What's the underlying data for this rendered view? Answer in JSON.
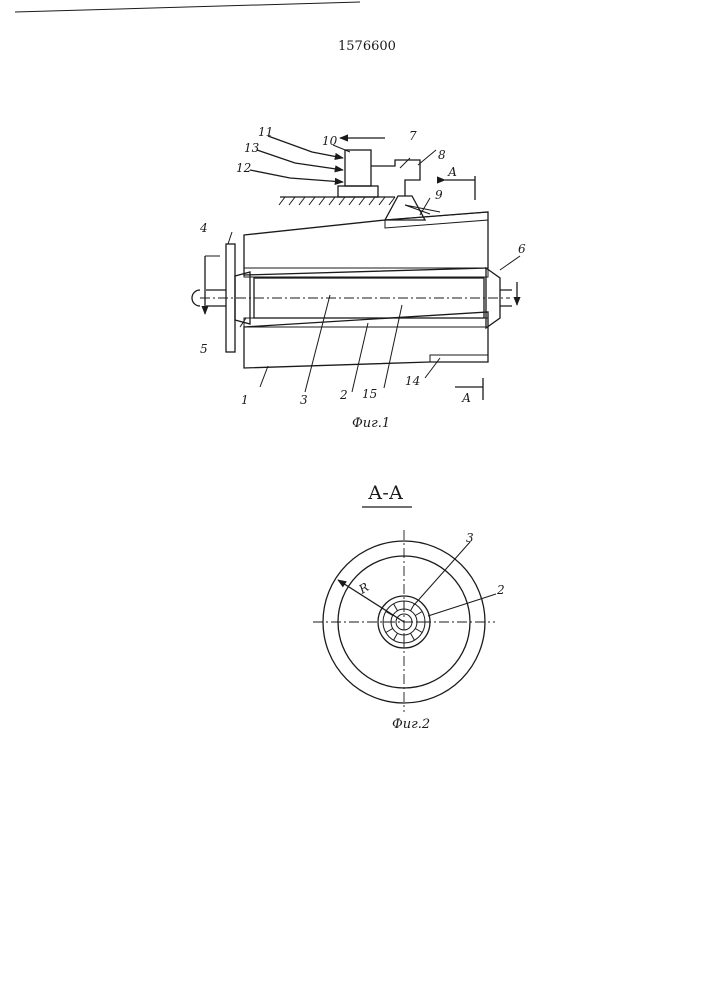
{
  "patent_number": "1576600",
  "fig1": {
    "caption": "Фиг.1",
    "section_mark": "А",
    "labels": {
      "n1": "1",
      "n2": "2",
      "n3": "3",
      "n4": "4",
      "n5": "5",
      "n6": "6",
      "n7": "7",
      "n8": "8",
      "n9": "9",
      "n10": "10",
      "n11": "11",
      "n12": "12",
      "n13": "13",
      "n14": "14",
      "n15": "15"
    }
  },
  "fig2": {
    "title": "А-А",
    "caption": "Фиг.2",
    "radius_label": "R",
    "labels": {
      "n2": "2",
      "n3": "3"
    }
  }
}
